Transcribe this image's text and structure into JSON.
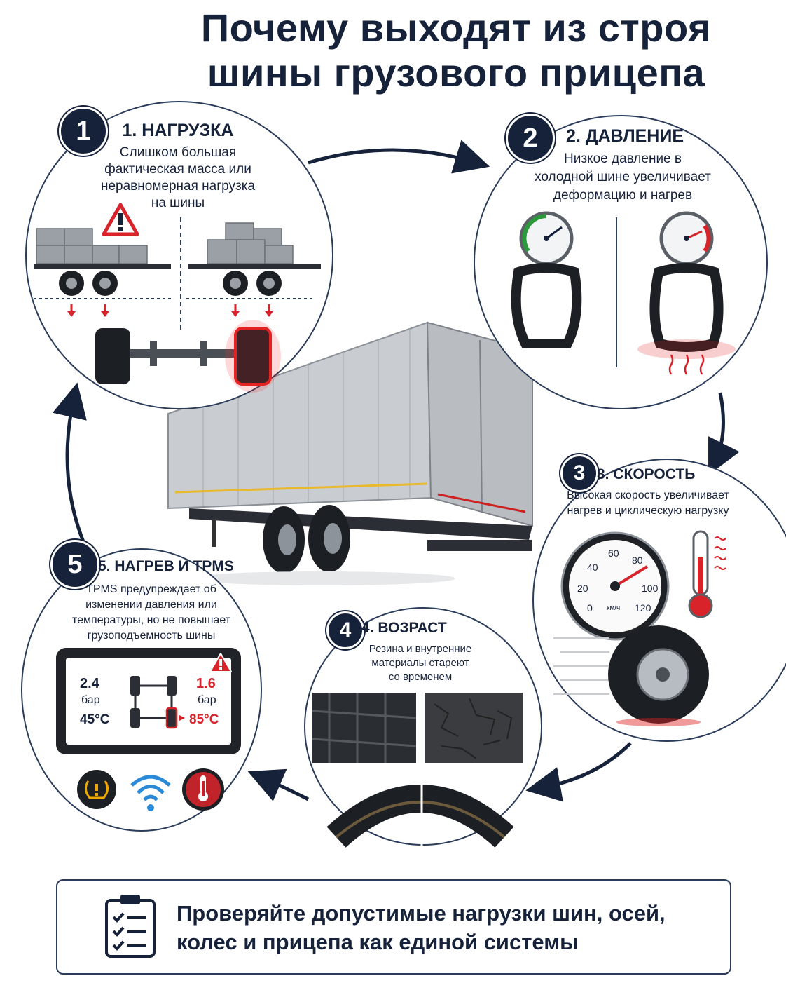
{
  "title": {
    "line1": "Почему выходят из строя",
    "line2": "шины грузового прицепа"
  },
  "steps": [
    {
      "number": "1",
      "title": "1. НАГРУЗКА",
      "lines": [
        "Слишком большая",
        "фактическая масса или",
        "неравномерная нагрузка",
        "на шины"
      ]
    },
    {
      "number": "2",
      "title": "2. ДАВЛЕНИЕ",
      "lines": [
        "Низкое давление в",
        "холодной шине увеличивает",
        "деформацию и нагрев"
      ]
    },
    {
      "number": "3",
      "title": "3. СКОРОСТЬ",
      "lines": [
        "Высокая скорость увеличивает",
        "нагрев и циклическую нагрузку"
      ],
      "speedometer": {
        "ticks": [
          "0",
          "20",
          "40",
          "60",
          "80",
          "100",
          "120"
        ],
        "unit": "км/ч"
      }
    },
    {
      "number": "4",
      "title": "4. ВОЗРАСТ",
      "lines": [
        "Резина и внутренние",
        "материалы  стареют",
        "со временем"
      ]
    },
    {
      "number": "5",
      "title": "5. НАГРЕВ И TPMS",
      "lines": [
        "TPMS предупреждает об",
        "изменении давления или",
        "температуры, но не повышает",
        "грузоподъемность шины"
      ],
      "display": {
        "left_pressure": "2.4",
        "left_unit": "бар",
        "left_temp": "45°C",
        "right_pressure": "1.6",
        "right_unit": "бар",
        "right_temp": "85°C"
      }
    }
  ],
  "footer": {
    "line1": "Проверяйте допустимые нагрузки шин, осей,",
    "line2": "колес и прицепа как единой системы"
  },
  "icons": [
    "warning-triangle-icon",
    "pressure-gauge-icon",
    "speedometer-icon",
    "thermometer-icon",
    "tpms-icon",
    "wifi-icon",
    "checklist-icon"
  ],
  "colors": {
    "navy": "#16213a",
    "warning_red": "#d8232a",
    "amber": "#f0a800",
    "wifi_blue": "#2a8ad8"
  }
}
